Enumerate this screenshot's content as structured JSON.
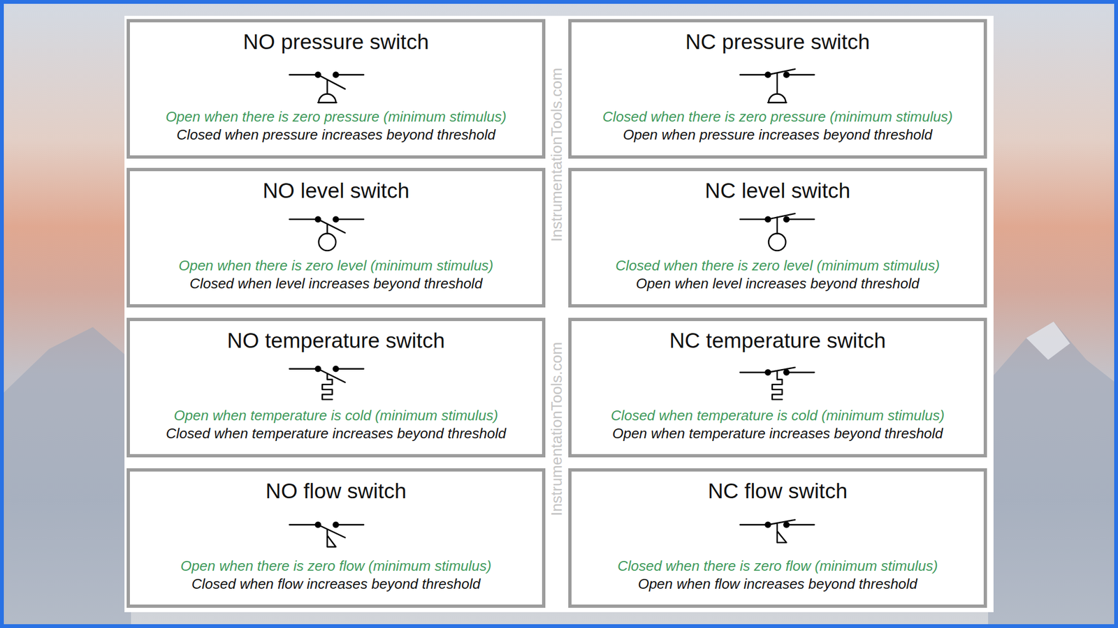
{
  "diagram": {
    "nodes": [
      {
        "text": [
          "NO pressure switch",
          "Open when there is zero pressure (minimum stimulus)",
          "Closed when pressure increases beyond threshold"
        ]
      },
      {
        "text": [
          "NC pressure switch",
          "Closed when there is zero pressure (minimum stimulus)",
          "Open when pressure increases beyond threshold"
        ]
      },
      {
        "text": [
          "NO level switch",
          "Open when there is zero level (minimum stimulus)",
          "Closed when level increases beyond threshold"
        ]
      },
      {
        "text": [
          "NC level switch",
          "Closed when there is zero level (minimum stimulus)",
          "Open when level increases beyond threshold"
        ]
      },
      {
        "text": [
          "NO temperature switch",
          "Open when temperature is cold (minimum stimulus)",
          "Closed when temperature increases beyond threshold"
        ]
      },
      {
        "text": [
          "NC temperature switch",
          "Closed when temperature is cold (minimum stimulus)",
          "Open when temperature increases beyond threshold"
        ]
      },
      {
        "text": [
          "NO flow switch",
          "Open when there is zero flow (minimum stimulus)",
          "Closed when flow increases beyond threshold"
        ]
      },
      {
        "text": [
          "NC flow switch",
          "Closed when there is zero flow (minimum stimulus)",
          "Open when flow increases beyond threshold"
        ]
      }
    ],
    "labels": [
      "InstrumentationTools.com",
      "InstrumentationTools.com"
    ]
  }
}
